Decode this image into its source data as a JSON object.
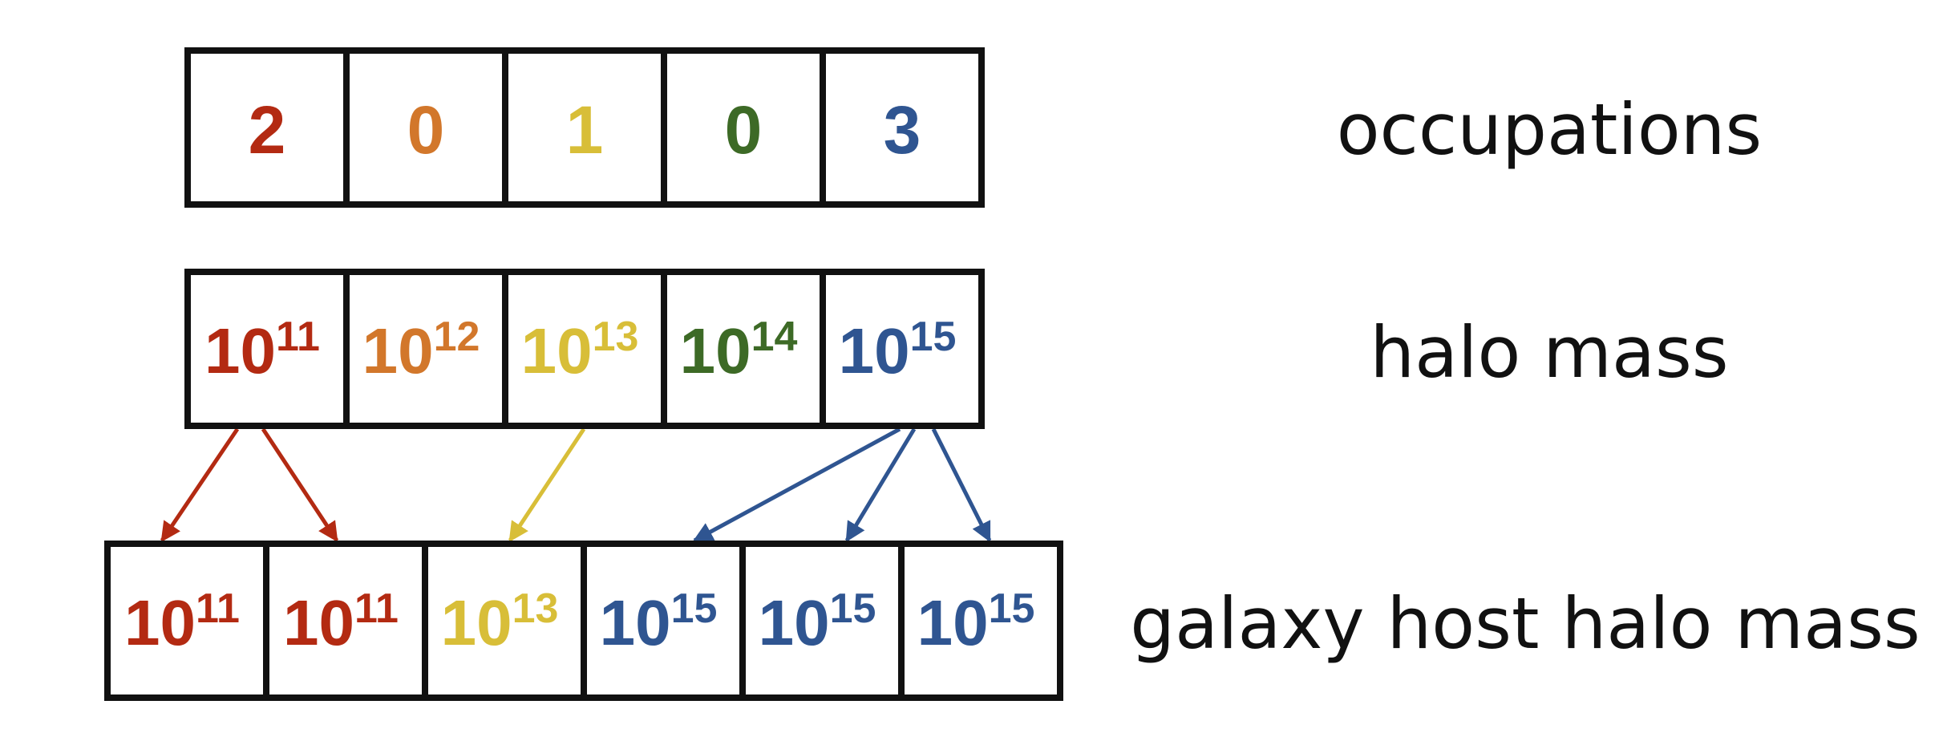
{
  "colors": {
    "red": "#B32A12",
    "orange": "#D2772B",
    "yellow": "#D8BE38",
    "green": "#3D6A26",
    "blue": "#2F5591"
  },
  "rows": {
    "occupations": {
      "label": "occupations",
      "cells": [
        {
          "text": "2",
          "color": "red"
        },
        {
          "text": "0",
          "color": "orange"
        },
        {
          "text": "1",
          "color": "yellow"
        },
        {
          "text": "0",
          "color": "green"
        },
        {
          "text": "3",
          "color": "blue"
        }
      ]
    },
    "halo_mass": {
      "label": "halo mass",
      "cells": [
        {
          "base": "10",
          "exp": "11",
          "color": "red"
        },
        {
          "base": "10",
          "exp": "12",
          "color": "orange"
        },
        {
          "base": "10",
          "exp": "13",
          "color": "yellow"
        },
        {
          "base": "10",
          "exp": "14",
          "color": "green"
        },
        {
          "base": "10",
          "exp": "15",
          "color": "blue"
        }
      ]
    },
    "galaxy_host_halo_mass": {
      "label": "galaxy host halo mass",
      "cells": [
        {
          "base": "10",
          "exp": "11",
          "color": "red"
        },
        {
          "base": "10",
          "exp": "11",
          "color": "red"
        },
        {
          "base": "10",
          "exp": "13",
          "color": "yellow"
        },
        {
          "base": "10",
          "exp": "15",
          "color": "blue"
        },
        {
          "base": "10",
          "exp": "15",
          "color": "blue"
        },
        {
          "base": "10",
          "exp": "15",
          "color": "blue"
        }
      ]
    }
  },
  "arrows": [
    {
      "from": 0,
      "to": 0,
      "color": "red"
    },
    {
      "from": 0,
      "to": 1,
      "color": "red"
    },
    {
      "from": 2,
      "to": 2,
      "color": "yellow"
    },
    {
      "from": 4,
      "to": 3,
      "color": "blue"
    },
    {
      "from": 4,
      "to": 4,
      "color": "blue"
    },
    {
      "from": 4,
      "to": 5,
      "color": "blue"
    }
  ]
}
